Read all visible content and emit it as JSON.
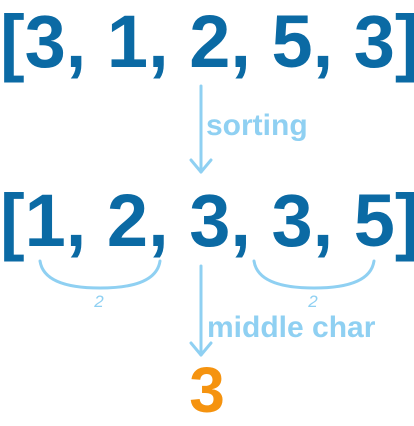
{
  "input_array": "[3, 1, 2, 5, 3]",
  "sorted_array": "[1, 2, 3, 3, 5]",
  "steps": {
    "sort_label": "sorting",
    "middle_label": "middle char"
  },
  "counts": {
    "left": "2",
    "right": "2"
  },
  "result": "3",
  "colors": {
    "array_text": "#0b6aa4",
    "arrow_and_labels": "#8fd0f2",
    "result": "#f5930f"
  }
}
